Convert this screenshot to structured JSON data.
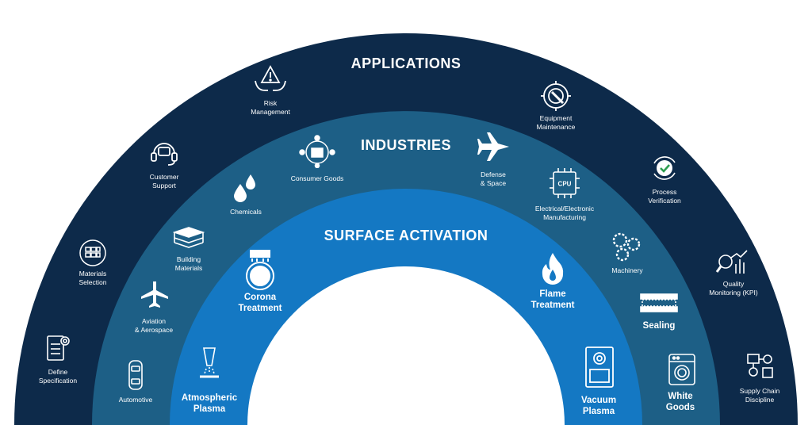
{
  "colors": {
    "outer_band": "#0d2a4a",
    "middle_band": "#1d5f86",
    "inner_band": "#1478c3",
    "white": "#ffffff"
  },
  "rings": {
    "applications": {
      "title": "APPLICATIONS",
      "items": [
        {
          "label": "Define\nSpecification",
          "icon": "checklist-gear-icon"
        },
        {
          "label": "Materials\nSelection",
          "icon": "materials-grid-icon"
        },
        {
          "label": "Customer\nSupport",
          "icon": "headset-chat-icon"
        },
        {
          "label": "Risk\nManagement",
          "icon": "hands-warning-icon"
        },
        {
          "label": "Equipment\nMaintenance",
          "icon": "gear-wrench-icon"
        },
        {
          "label": "Process\nVerification",
          "icon": "check-cycle-icon"
        },
        {
          "label": "Quality\nMonitoring (KPI)",
          "icon": "magnifier-chart-icon"
        },
        {
          "label": "Supply Chain\nDiscipline",
          "icon": "supply-chain-icon"
        }
      ]
    },
    "industries": {
      "title": "INDUSTRIES",
      "items": [
        {
          "label": "Automotive",
          "icon": "car-topview-icon"
        },
        {
          "label": "Aviation\n& Aerospace",
          "icon": "airplane-icon"
        },
        {
          "label": "Building\nMaterials",
          "icon": "layers-icon"
        },
        {
          "label": "Chemicals",
          "icon": "droplets-icon"
        },
        {
          "label": "Consumer Goods",
          "icon": "store-people-icon"
        },
        {
          "label": "Defense\n& Space",
          "icon": "jet-icon"
        },
        {
          "label": "Electrical/Electronic\nManufacturing",
          "icon": "cpu-chip-icon"
        },
        {
          "label": "Machinery",
          "icon": "gears-icon"
        },
        {
          "label": "Sealing",
          "icon": "sealing-icon"
        },
        {
          "label": "White\nGoods",
          "icon": "washing-machine-icon"
        }
      ]
    },
    "surface_activation": {
      "title": "SURFACE ACTIVATION",
      "items": [
        {
          "label": "Atmospheric\nPlasma",
          "icon": "plasma-nozzle-icon"
        },
        {
          "label": "Corona\nTreatment",
          "icon": "corona-roller-icon"
        },
        {
          "label": "Flame\nTreatment",
          "icon": "flame-icon"
        },
        {
          "label": "Vacuum\nPlasma",
          "icon": "vacuum-chamber-icon"
        }
      ],
      "cpu_text": "CPU"
    }
  }
}
